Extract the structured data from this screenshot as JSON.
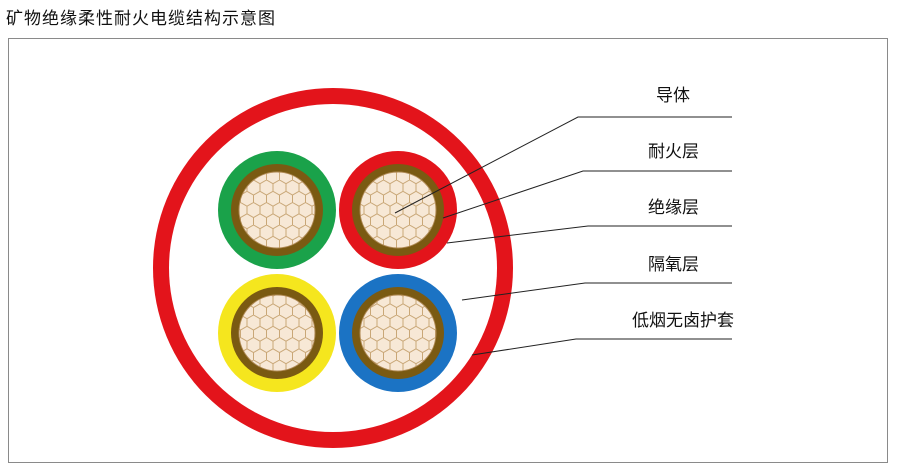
{
  "title": "矿物绝缘柔性耐火电缆结构示意图",
  "labels": [
    "导体",
    "耐火层",
    "绝缘层",
    "隔氧层",
    "低烟无卤护套"
  ],
  "colors": {
    "sheath": "#e3141b",
    "filler": "#ffffff",
    "fire_layer": "#7a5a12",
    "conductor_bg": "#f7e8d6",
    "conductor_mesh": "#c9a777",
    "core_colors": [
      "#1aa24a",
      "#e3141b",
      "#f5e61e",
      "#1b73c4"
    ]
  },
  "icons": [
    "cable-cross-section"
  ]
}
